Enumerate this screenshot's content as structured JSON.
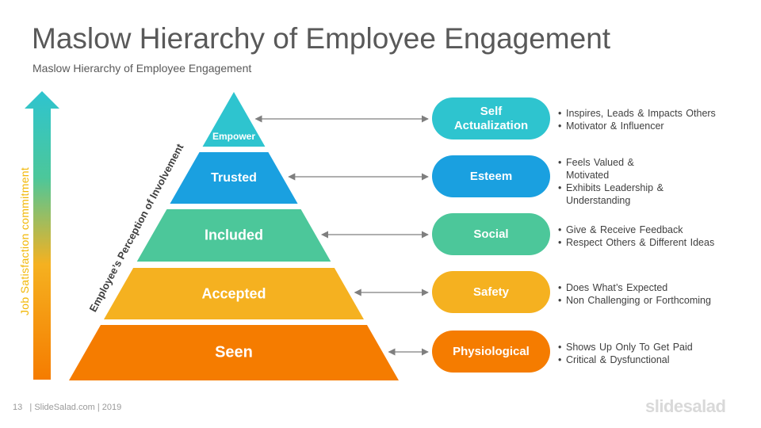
{
  "title": "Maslow Hierarchy of Employee Engagement",
  "subtitle": "Maslow Hierarchy of Employee Engagement",
  "vertical_axis_label": "Job Satisfaction commitment",
  "diagonal_label": "Employee’s Perception of Involvement",
  "levels": [
    {
      "label": "Empower",
      "color": "#2ec4cf"
    },
    {
      "label": "Trusted",
      "color": "#1aa0e0"
    },
    {
      "label": "Included",
      "color": "#4cc79a"
    },
    {
      "label": "Accepted",
      "color": "#f5b120"
    },
    {
      "label": "Seen",
      "color": "#f57c00"
    }
  ],
  "needs": [
    {
      "label": "Self\nActualization",
      "color": "#2ec4cf",
      "bullets": [
        "Inspires, Leads & Impacts Others",
        "Motivator & Influencer"
      ]
    },
    {
      "label": "Esteem",
      "color": "#1aa0e0",
      "bullets": [
        "Feels Valued & Motivated",
        "Exhibits Leadership & Understanding"
      ]
    },
    {
      "label": "Social",
      "color": "#4cc79a",
      "bullets": [
        "Give & Receive Feedback",
        "Respect Others & Different Ideas"
      ]
    },
    {
      "label": "Safety",
      "color": "#f5b120",
      "bullets": [
        "Does What’s Expected",
        "Non Challenging or Forthcoming"
      ]
    },
    {
      "label": "Physiological",
      "color": "#f57c00",
      "bullets": [
        "Shows Up Only To Get Paid",
        "Critical & Dysfunctional"
      ]
    }
  ],
  "footer": {
    "page_number": "13",
    "text": "| SlideSalad.com | 2019"
  },
  "logo": "slidesalad"
}
